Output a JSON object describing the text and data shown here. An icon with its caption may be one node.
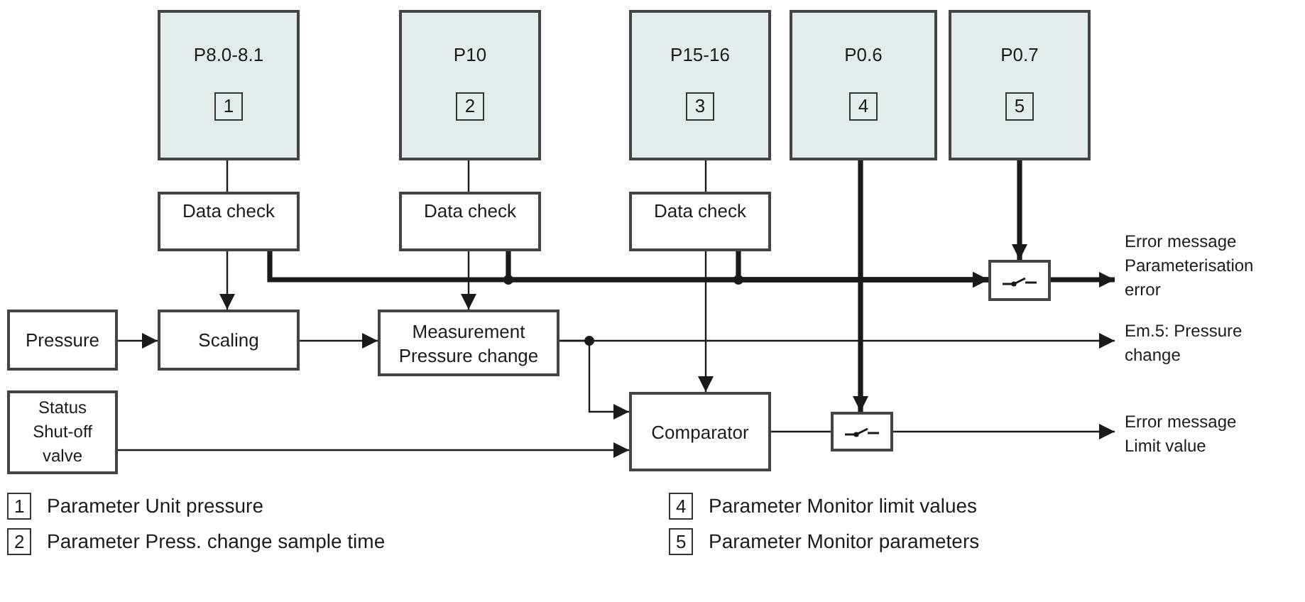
{
  "diagram": {
    "nodes": [
      {
        "text": [
          "P8.0-8.1",
          "1"
        ]
      },
      {
        "text": [
          "P10",
          "2"
        ]
      },
      {
        "text": [
          "P15-16",
          "3"
        ]
      },
      {
        "text": [
          "P0.6",
          "4"
        ]
      },
      {
        "text": [
          "P0.7",
          "5"
        ]
      },
      {
        "text": [
          "Data check"
        ]
      },
      {
        "text": [
          "Data check"
        ]
      },
      {
        "text": [
          "Data check"
        ]
      },
      {
        "text": [
          "Pressure"
        ]
      },
      {
        "text": [
          "Scaling"
        ]
      },
      {
        "text": [
          "Measurement Pressure change"
        ]
      },
      {
        "text": [
          "Status Shut-off valve"
        ]
      },
      {
        "text": [
          "Comparator"
        ]
      },
      {
        "text": [],
        "shape": "box"
      },
      {
        "text": [],
        "shape": "box"
      },
      {
        "text": [
          "Error message Parameterisation error"
        ]
      },
      {
        "text": [
          "Em.5: Pressure change"
        ]
      },
      {
        "text": [
          "Error message Limit value"
        ]
      }
    ],
    "edges": [
      {
        "from": 0,
        "to": 5,
        "arrow": "none"
      },
      {
        "from": 1,
        "to": 6,
        "arrow": "none"
      },
      {
        "from": 2,
        "to": 7,
        "arrow": "none"
      },
      {
        "from": 5,
        "to": 9,
        "arrow": "to"
      },
      {
        "from": 6,
        "to": 10,
        "arrow": "to"
      },
      {
        "from": 7,
        "to": 12,
        "arrow": "to"
      },
      {
        "from": 5,
        "to": 13,
        "arrow": "to",
        "style": "thick"
      },
      {
        "from": 6,
        "to": 13,
        "arrow": "to",
        "style": "thick"
      },
      {
        "from": 7,
        "to": 13,
        "arrow": "to",
        "style": "thick"
      },
      {
        "from": 4,
        "to": 13,
        "arrow": "to",
        "style": "thick"
      },
      {
        "from": 13,
        "to": 15,
        "arrow": "to",
        "style": "thick"
      },
      {
        "from": 8,
        "to": 9,
        "arrow": "to"
      },
      {
        "from": 9,
        "to": 10,
        "arrow": "to"
      },
      {
        "from": 10,
        "to": 16,
        "arrow": "to"
      },
      {
        "from": 10,
        "to": 12,
        "arrow": "to"
      },
      {
        "from": 3,
        "to": 14,
        "arrow": "to",
        "style": "thick"
      },
      {
        "from": 11,
        "to": 12,
        "arrow": "to"
      },
      {
        "from": 12,
        "to": 14,
        "arrow": "none"
      },
      {
        "from": 14,
        "to": 17,
        "arrow": "to"
      }
    ],
    "labels": [
      "1",
      "Parameter Unit pressure",
      "4",
      "Parameter Monitor limit values",
      "2",
      "Parameter Press. change sample time",
      "5",
      "Parameter Monitor parameters"
    ]
  }
}
